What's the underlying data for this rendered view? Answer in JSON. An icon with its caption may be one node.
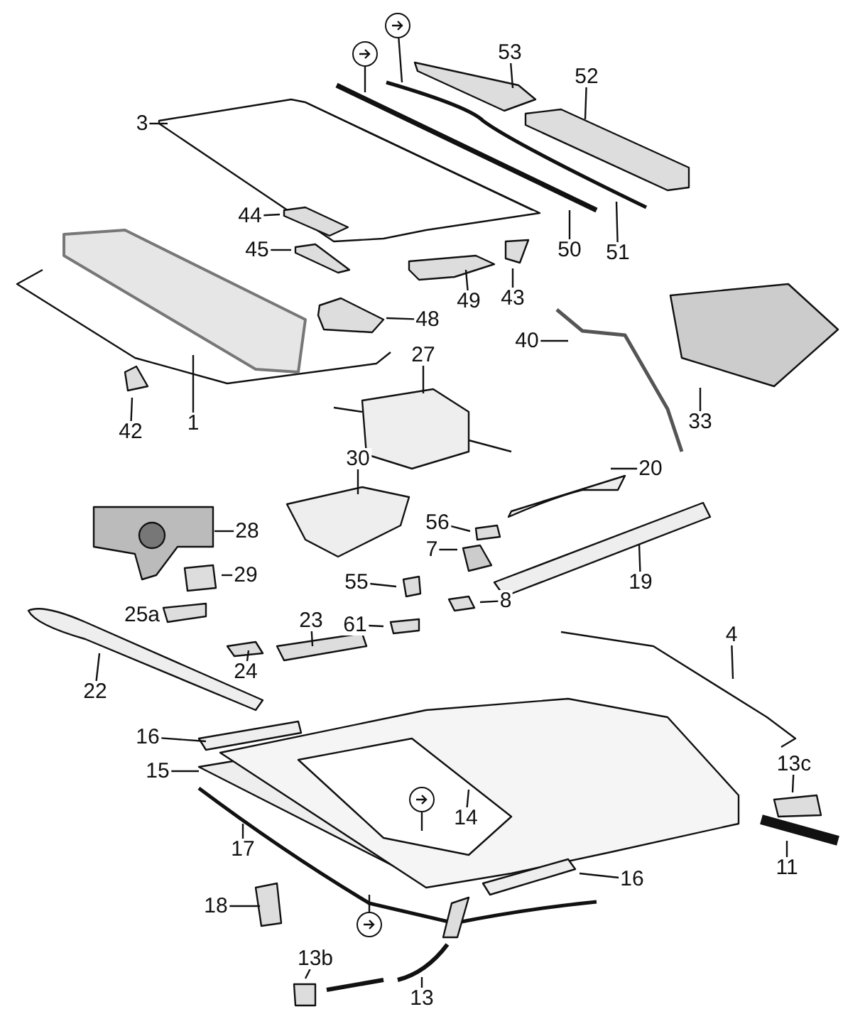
{
  "diagram": {
    "nodes": [
      {
        "text": [],
        "shape": "circle"
      },
      {
        "text": [],
        "shape": "circle"
      },
      {
        "text": [
          "53"
        ]
      },
      {
        "text": [
          "52"
        ]
      },
      {
        "text": [
          "3"
        ]
      },
      {
        "text": [
          "44"
        ]
      },
      {
        "text": [
          "50"
        ]
      },
      {
        "text": [
          "45"
        ]
      },
      {
        "text": [
          "51"
        ]
      },
      {
        "text": [
          "43"
        ]
      },
      {
        "text": [
          "49"
        ]
      },
      {
        "text": [
          "48"
        ]
      },
      {
        "text": [
          "40"
        ]
      },
      {
        "text": [
          "27"
        ]
      },
      {
        "text": [
          "33"
        ]
      },
      {
        "text": [
          "1"
        ]
      },
      {
        "text": [
          "42"
        ]
      },
      {
        "text": [
          "30"
        ]
      },
      {
        "text": [
          "20"
        ]
      },
      {
        "text": [
          "56"
        ]
      },
      {
        "text": [
          "28"
        ]
      },
      {
        "text": [
          "7"
        ]
      },
      {
        "text": [
          "29"
        ]
      },
      {
        "text": [
          "19"
        ]
      },
      {
        "text": [
          "55"
        ]
      },
      {
        "text": [
          "8"
        ]
      },
      {
        "text": [
          "25a"
        ]
      },
      {
        "text": [
          "23"
        ]
      },
      {
        "text": [
          "61"
        ]
      },
      {
        "text": [
          "4"
        ]
      },
      {
        "text": [
          "24"
        ]
      },
      {
        "text": [
          "22"
        ]
      },
      {
        "text": [
          "16"
        ]
      },
      {
        "text": [
          "13c"
        ]
      },
      {
        "text": [
          "15"
        ]
      },
      {
        "text": [],
        "shape": "circle"
      },
      {
        "text": [
          "14"
        ]
      },
      {
        "text": [
          "17"
        ]
      },
      {
        "text": [
          "11"
        ]
      },
      {
        "text": [
          "16"
        ]
      },
      {
        "text": [
          "18"
        ]
      },
      {
        "text": [],
        "shape": "circle"
      },
      {
        "text": [
          "13b"
        ]
      },
      {
        "text": [
          "13"
        ]
      }
    ],
    "edges": [
      {
        "from": 0,
        "to": null,
        "arrow": "none"
      },
      {
        "from": 1,
        "to": null,
        "arrow": "none"
      },
      {
        "from": 2,
        "to": null,
        "arrow": "none"
      },
      {
        "from": 3,
        "to": null,
        "arrow": "none"
      },
      {
        "from": 4,
        "to": null,
        "arrow": "none"
      },
      {
        "from": 5,
        "to": null,
        "arrow": "none"
      },
      {
        "from": 6,
        "to": null,
        "arrow": "none"
      },
      {
        "from": 7,
        "to": null,
        "arrow": "none"
      },
      {
        "from": 8,
        "to": null,
        "arrow": "none"
      },
      {
        "from": 9,
        "to": null,
        "arrow": "none"
      },
      {
        "from": 10,
        "to": null,
        "arrow": "none"
      },
      {
        "from": 11,
        "to": null,
        "arrow": "none"
      },
      {
        "from": 12,
        "to": null,
        "arrow": "none"
      },
      {
        "from": 13,
        "to": null,
        "arrow": "none"
      },
      {
        "from": 14,
        "to": null,
        "arrow": "none"
      },
      {
        "from": 15,
        "to": null,
        "arrow": "none"
      },
      {
        "from": 16,
        "to": null,
        "arrow": "none"
      },
      {
        "from": 17,
        "to": null,
        "arrow": "none"
      },
      {
        "from": 18,
        "to": null,
        "arrow": "none"
      },
      {
        "from": 19,
        "to": null,
        "arrow": "none"
      },
      {
        "from": 20,
        "to": null,
        "arrow": "none"
      },
      {
        "from": 21,
        "to": null,
        "arrow": "none"
      },
      {
        "from": 22,
        "to": null,
        "arrow": "none"
      },
      {
        "from": 23,
        "to": null,
        "arrow": "none"
      },
      {
        "from": 24,
        "to": null,
        "arrow": "none"
      },
      {
        "from": 25,
        "to": null,
        "arrow": "none"
      },
      {
        "from": 27,
        "to": null,
        "arrow": "none"
      },
      {
        "from": 28,
        "to": null,
        "arrow": "none"
      },
      {
        "from": 29,
        "to": null,
        "arrow": "none"
      },
      {
        "from": 30,
        "to": null,
        "arrow": "none"
      },
      {
        "from": 31,
        "to": null,
        "arrow": "none"
      },
      {
        "from": 32,
        "to": null,
        "arrow": "none"
      },
      {
        "from": 33,
        "to": null,
        "arrow": "none"
      },
      {
        "from": 34,
        "to": null,
        "arrow": "none"
      },
      {
        "from": 35,
        "to": null,
        "arrow": "none"
      },
      {
        "from": 36,
        "to": null,
        "arrow": "none"
      },
      {
        "from": 37,
        "to": null,
        "arrow": "none"
      },
      {
        "from": 38,
        "to": null,
        "arrow": "none"
      },
      {
        "from": 39,
        "to": null,
        "arrow": "none"
      },
      {
        "from": 40,
        "to": null,
        "arrow": "none"
      },
      {
        "from": 41,
        "to": null,
        "arrow": "none"
      },
      {
        "from": 42,
        "to": null,
        "arrow": "none"
      },
      {
        "from": 43,
        "to": null,
        "arrow": "none"
      }
    ]
  }
}
